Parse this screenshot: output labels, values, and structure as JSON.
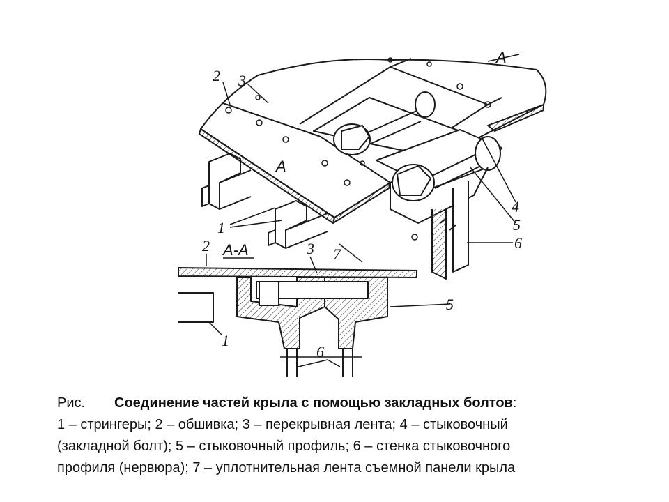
{
  "figure": {
    "labels": {
      "n1_top": "1",
      "n2_top": "2",
      "n3_top": "3",
      "n4": "4",
      "n5_top": "5",
      "n6_top": "6",
      "n7": "7",
      "sec_a_top": "A",
      "sec_a_mid": "A",
      "sec_aa": "A-A",
      "n2_sec": "2",
      "n3_sec": "3",
      "n5_sec": "5",
      "n1_sec": "1",
      "n6_sec": "6"
    }
  },
  "caption": {
    "prefix": "Рис.",
    "title": "Соединение частей крыла с помощью закладных болтов",
    "title_colon": ":",
    "line2": "1 – стрингеры; 2 – обшивка; 3 – перекрывная  лента; 4 – стыковочный",
    "line3": "(закладной болт); 5 – стыковочный профиль; 6 – стенка стыковочного",
    "line4": "профиля (нервюра); 7 –  уплотнительная лента съемной панели крыла"
  }
}
